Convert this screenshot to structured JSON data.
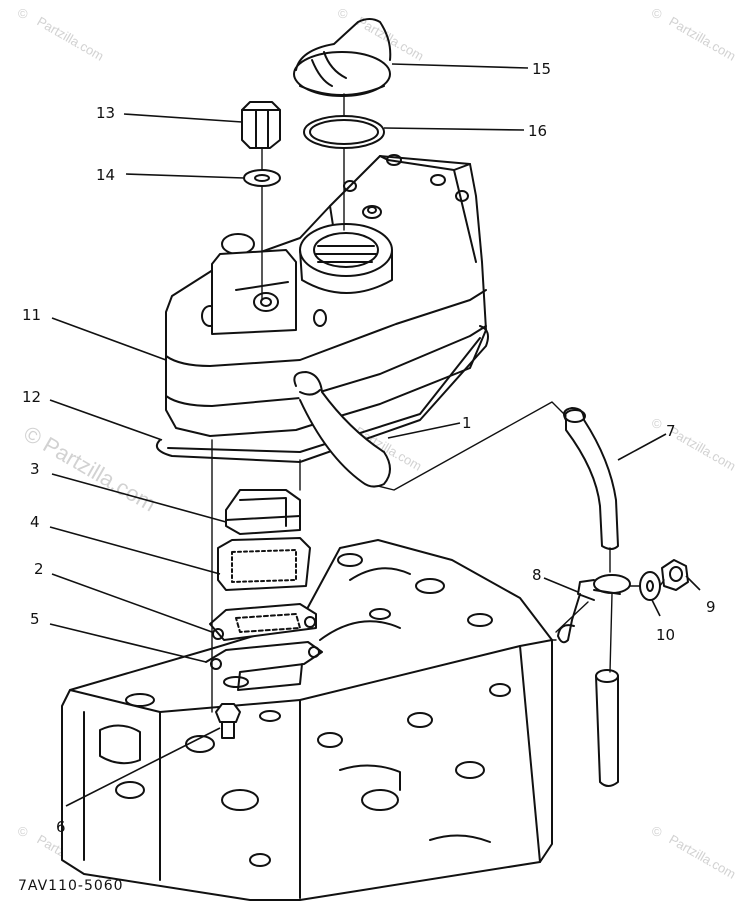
{
  "diagram": {
    "code": "7AV110-5060",
    "part_labels": [
      "1",
      "2",
      "3",
      "4",
      "5",
      "6",
      "7",
      "8",
      "9",
      "10",
      "11",
      "12",
      "13",
      "14",
      "15",
      "16"
    ]
  },
  "watermark": {
    "text": "© Partzilla.com",
    "repeat_text": "Partzilla.com",
    "symbol": "©"
  },
  "colors": {
    "ink": "#111111",
    "watermark": "#d2d2d2",
    "background": "#ffffff"
  }
}
